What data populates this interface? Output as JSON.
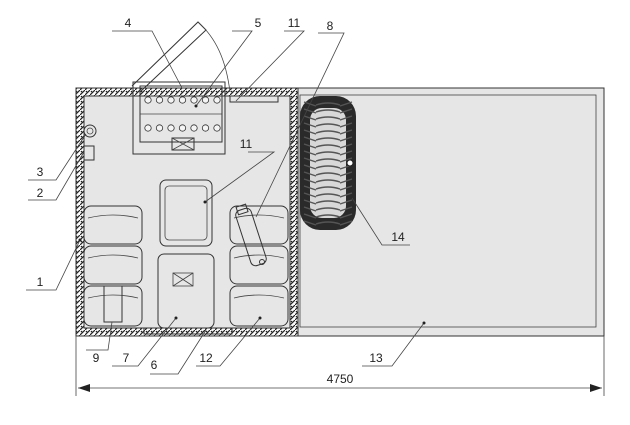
{
  "diagram": {
    "dimension_label": "4750",
    "callouts": [
      {
        "id": "c1",
        "label": "1"
      },
      {
        "id": "c2",
        "label": "2"
      },
      {
        "id": "c3",
        "label": "3"
      },
      {
        "id": "c4",
        "label": "4"
      },
      {
        "id": "c5",
        "label": "5"
      },
      {
        "id": "c6",
        "label": "6"
      },
      {
        "id": "c7",
        "label": "7"
      },
      {
        "id": "c8",
        "label": "8"
      },
      {
        "id": "c9",
        "label": "9"
      },
      {
        "id": "c11a",
        "label": "11"
      },
      {
        "id": "c11b",
        "label": "11"
      },
      {
        "id": "c12",
        "label": "12"
      },
      {
        "id": "c13",
        "label": "13"
      },
      {
        "id": "c14",
        "label": "14"
      }
    ],
    "colors": {
      "floor": "#e6e6e6",
      "lines": "#333333",
      "wall_hatch": "#222222"
    }
  }
}
